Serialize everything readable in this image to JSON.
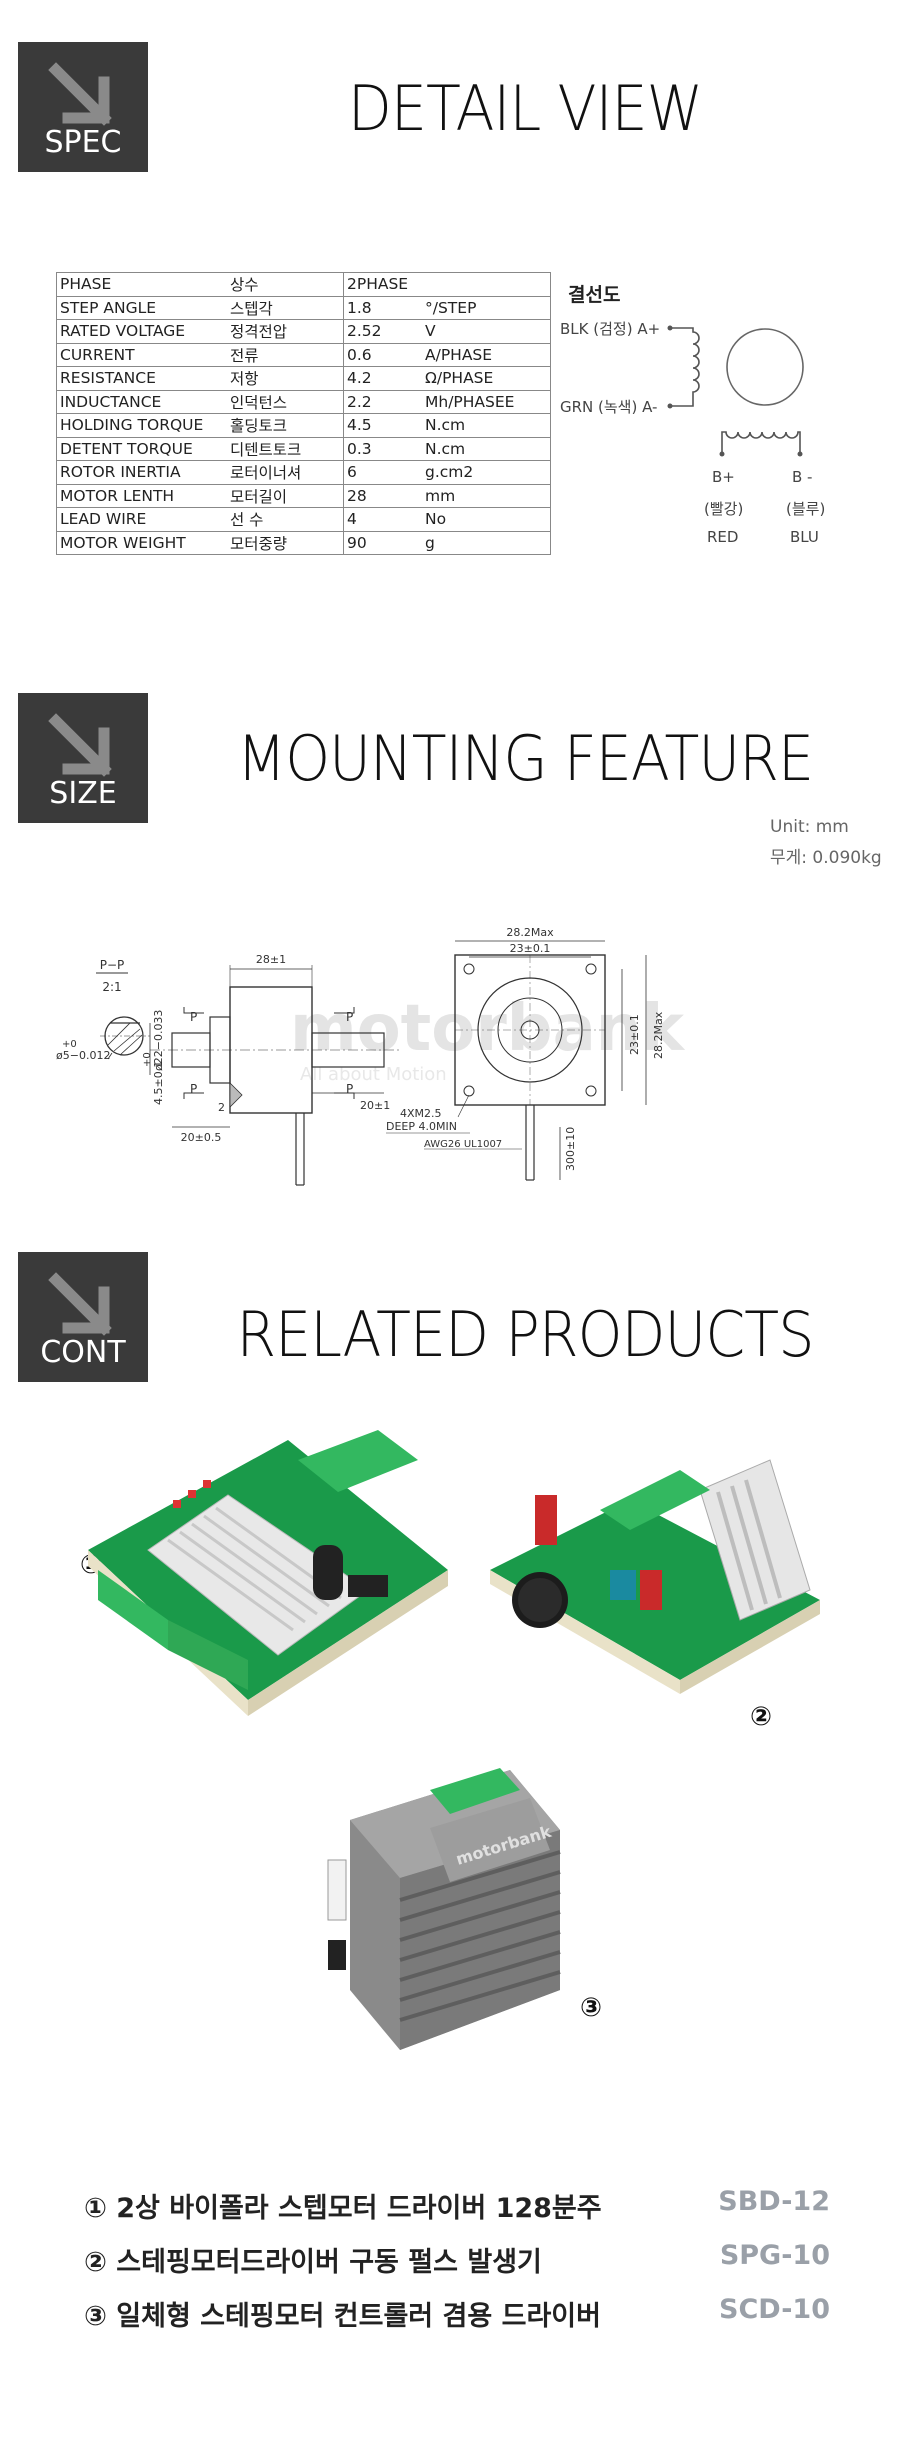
{
  "sections": {
    "spec": {
      "badge": "SPEC",
      "title": "DETAIL VIEW"
    },
    "size": {
      "badge": "SIZE",
      "title": "MOUNTING FEATURE"
    },
    "cont": {
      "badge": "CONT",
      "title": "RELATED PRODUCTS"
    }
  },
  "spec_table": [
    [
      "PHASE",
      "상수",
      "2PHASE",
      ""
    ],
    [
      "STEP ANGLE",
      "스텝각",
      "1.8",
      "°/STEP"
    ],
    [
      "RATED VOLTAGE",
      "정격전압",
      "2.52",
      "V"
    ],
    [
      "CURRENT",
      "전류",
      "0.6",
      "A/PHASE"
    ],
    [
      "RESISTANCE",
      "저항",
      "4.2",
      "Ω/PHASE"
    ],
    [
      "INDUCTANCE",
      "인덕턴스",
      "2.2",
      "Mh/PHASEE"
    ],
    [
      "HOLDING TORQUE",
      "홀딩토크",
      "4.5",
      "N.cm"
    ],
    [
      "DETENT TORQUE",
      "디텐트토크",
      "0.3",
      "N.cm"
    ],
    [
      "ROTOR INERTIA",
      "로터이너셔",
      "6",
      "g.cm2"
    ],
    [
      "MOTOR LENTH",
      "모터길이",
      "28",
      "mm"
    ],
    [
      "LEAD WIRE",
      "선 수",
      "4",
      "No"
    ],
    [
      "MOTOR WEIGHT",
      "모터중량",
      "90",
      "g"
    ]
  ],
  "wiring": {
    "title": "결선도",
    "a_plus": "BLK (검정) A+",
    "a_minus": "GRN (녹색) A-",
    "b_plus": "B+",
    "b_minus": "B -",
    "b_plus_kr": "(빨강)",
    "b_minus_kr": "(블루)",
    "b_plus_en": "RED",
    "b_minus_en": "BLU"
  },
  "mounting": {
    "unit": "Unit: mm",
    "weight": "무게: 0.090kg",
    "pp_label": "P−P",
    "scale": "2:1",
    "shaft_dia": "ø5−0.012",
    "shaft_tol": "+0",
    "flat": "4.5±0.1",
    "boss_dia": "ø22−0.033",
    "boss_tol": "+0",
    "len_body": "28±1",
    "len_shaft": "20±0.5",
    "len_rear": "20±1",
    "step": "2",
    "p": "P",
    "square_max": "28.2Max",
    "hole_pitch": "23±0.1",
    "vert_pitch": "23±0.1",
    "vert_max": "28.2Max",
    "screw": "4XM2.5",
    "depth": "DEEP 4.0MIN",
    "wire": "AWG26 UL1007",
    "wire_len": "300±10",
    "watermark": "motorbank",
    "watermark_sub": "All about Motion"
  },
  "products": [
    {
      "num": "①",
      "name": "① 2상 바이폴라 스텝모터 드라이버 128분주",
      "code": "SBD-12"
    },
    {
      "num": "②",
      "name": "② 스테핑모터드라이버 구동 펄스 발생기",
      "code": "SPG-10"
    },
    {
      "num": "③",
      "name": "③ 일체형 스테핑모터 컨트롤러 겸용 드라이버",
      "code": "SCD-10"
    }
  ],
  "product_brand": "motorbank"
}
